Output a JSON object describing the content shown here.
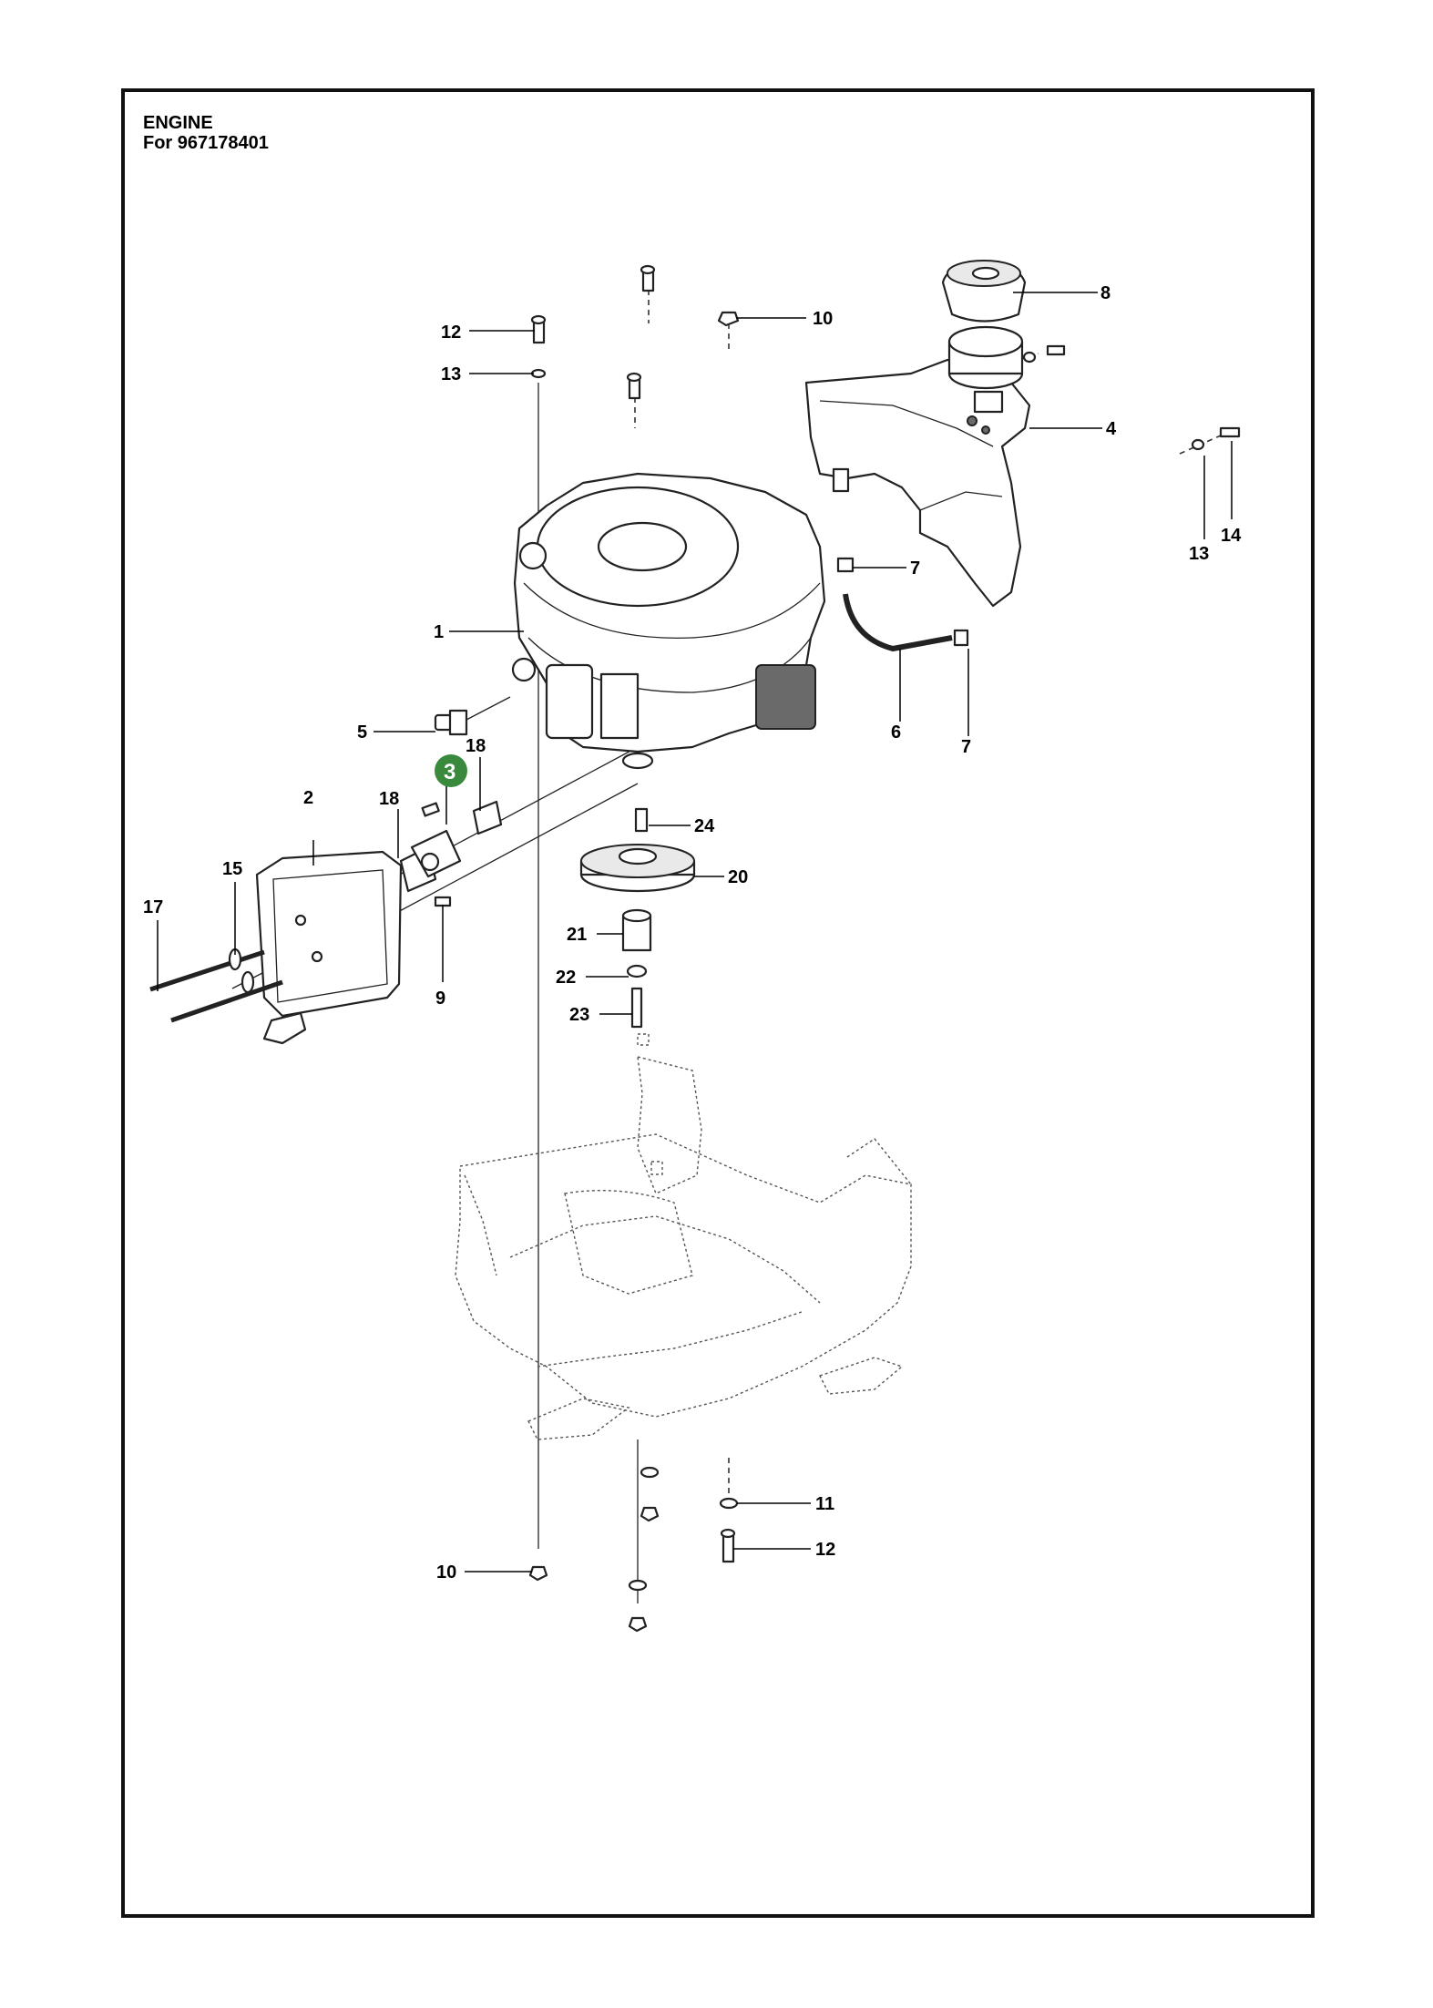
{
  "header": {
    "title": "ENGINE",
    "subtitle": "For 967178401"
  },
  "highlighted_part": "3",
  "labels": {
    "l1": "1",
    "l2": "2",
    "l4": "4",
    "l5": "5",
    "l6": "6",
    "l7a": "7",
    "l7b": "7",
    "l8": "8",
    "l9": "9",
    "l10a": "10",
    "l10b": "10",
    "l11": "11",
    "l12a": "12",
    "l12b": "12",
    "l13a": "13",
    "l13b": "13",
    "l14": "14",
    "l15": "15",
    "l17": "17",
    "l18a": "18",
    "l18b": "18",
    "l20": "20",
    "l21": "21",
    "l22": "22",
    "l23": "23",
    "l24": "24"
  },
  "colors": {
    "frame": "#111111",
    "badge": "#3a8a3e",
    "line": "#000000"
  }
}
